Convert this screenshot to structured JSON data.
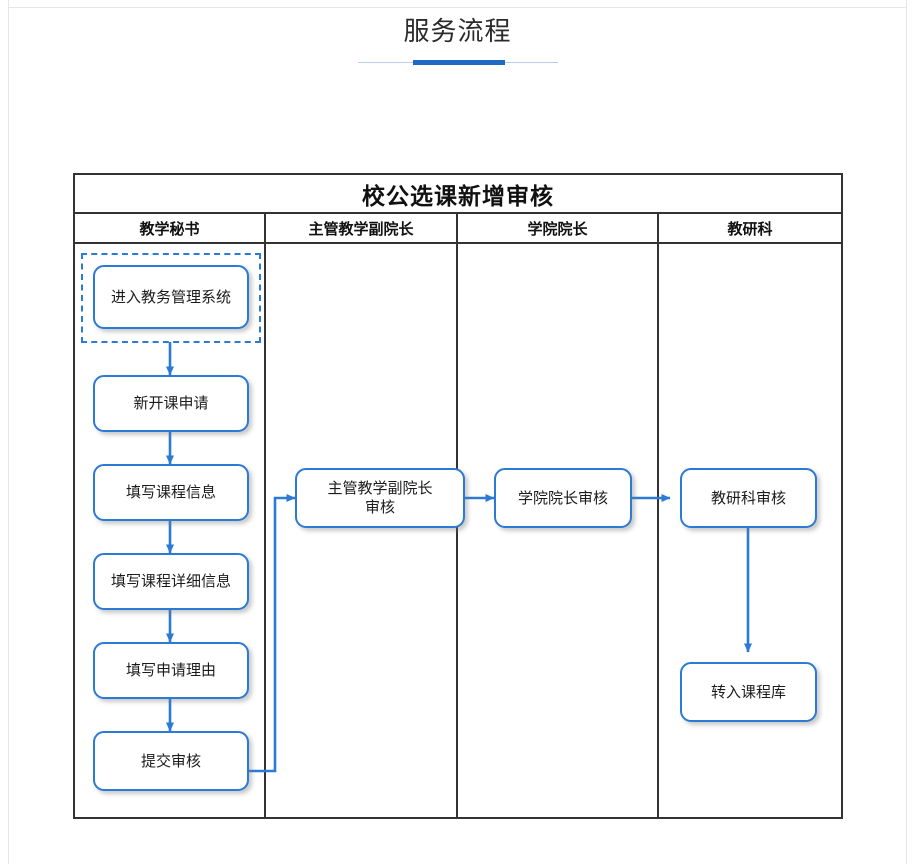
{
  "page": {
    "title": "服务流程",
    "accent_color": "#1f68c4",
    "rule_light_color": "#b9cdea"
  },
  "diagram": {
    "title": "校公选课新增审核",
    "border_color": "#333333",
    "node_border_color": "#2b7ad4",
    "connector_color": "#2b7ad4",
    "lanes": [
      {
        "label": "教学秘书"
      },
      {
        "label": "主管教学副院长"
      },
      {
        "label": "学院院长"
      },
      {
        "label": "教研科"
      }
    ],
    "nodes": [
      {
        "id": "n1",
        "lane": 0,
        "label": "进入教务管理系统",
        "selected": true
      },
      {
        "id": "n2",
        "lane": 0,
        "label": "新开课申请",
        "selected": false
      },
      {
        "id": "n3",
        "lane": 0,
        "label": "填写课程信息",
        "selected": false
      },
      {
        "id": "n4",
        "lane": 0,
        "label": "填写课程详细信息",
        "selected": false
      },
      {
        "id": "n5",
        "lane": 0,
        "label": "填写申请理由",
        "selected": false
      },
      {
        "id": "n6",
        "lane": 0,
        "label": "提交审核",
        "selected": false
      },
      {
        "id": "n7",
        "lane": 1,
        "label": "主管教学副院长\n审核",
        "selected": false
      },
      {
        "id": "n8",
        "lane": 2,
        "label": "学院院长审核",
        "selected": false
      },
      {
        "id": "n9",
        "lane": 3,
        "label": "教研科审核",
        "selected": false
      },
      {
        "id": "n10",
        "lane": 3,
        "label": "转入课程库",
        "selected": false
      }
    ],
    "edges": [
      {
        "from": "n1",
        "to": "n2",
        "kind": "down"
      },
      {
        "from": "n2",
        "to": "n3",
        "kind": "down"
      },
      {
        "from": "n3",
        "to": "n4",
        "kind": "down"
      },
      {
        "from": "n4",
        "to": "n5",
        "kind": "down"
      },
      {
        "from": "n5",
        "to": "n6",
        "kind": "down"
      },
      {
        "from": "n6",
        "to": "n7",
        "kind": "right-up-right"
      },
      {
        "from": "n7",
        "to": "n8",
        "kind": "right"
      },
      {
        "from": "n8",
        "to": "n9",
        "kind": "right"
      },
      {
        "from": "n9",
        "to": "n10",
        "kind": "down"
      }
    ]
  }
}
